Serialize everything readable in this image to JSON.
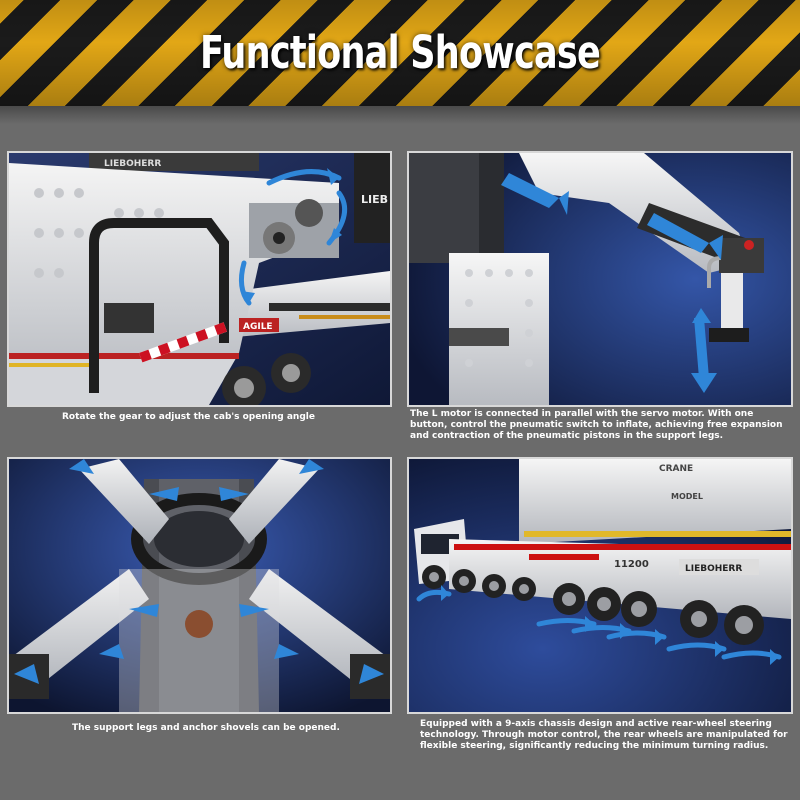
{
  "header": {
    "title": "Functional Showcase",
    "stripe_colors": [
      "#e2a716",
      "#1b1b1b"
    ]
  },
  "panels": [
    {
      "caption": "Rotate the gear to adjust the cab's opening angle",
      "model_labels": [
        "LIEBOHERR",
        "LIEB",
        "AGILE"
      ]
    },
    {
      "caption": "The L motor is connected in parallel with the servo motor. With one button, control the pneumatic switch to inflate, achieving free expansion and contraction of the pneumatic pistons in the support legs."
    },
    {
      "caption": "The support legs and anchor shovels can be opened."
    },
    {
      "caption": "Equipped with a 9-axis chassis design and active rear-wheel steering technology. Through motor control, the rear wheels are manipulated for flexible steering, significantly reducing the minimum turning radius.",
      "model_labels": [
        "CRANE",
        "MODEL",
        "11200",
        "LIEBOHERR"
      ]
    }
  ],
  "colors": {
    "background": "#6b6b6b",
    "panel_bg": "#1d2a52",
    "arrow": "#2f86d8",
    "caption_text": "#ffffff"
  }
}
